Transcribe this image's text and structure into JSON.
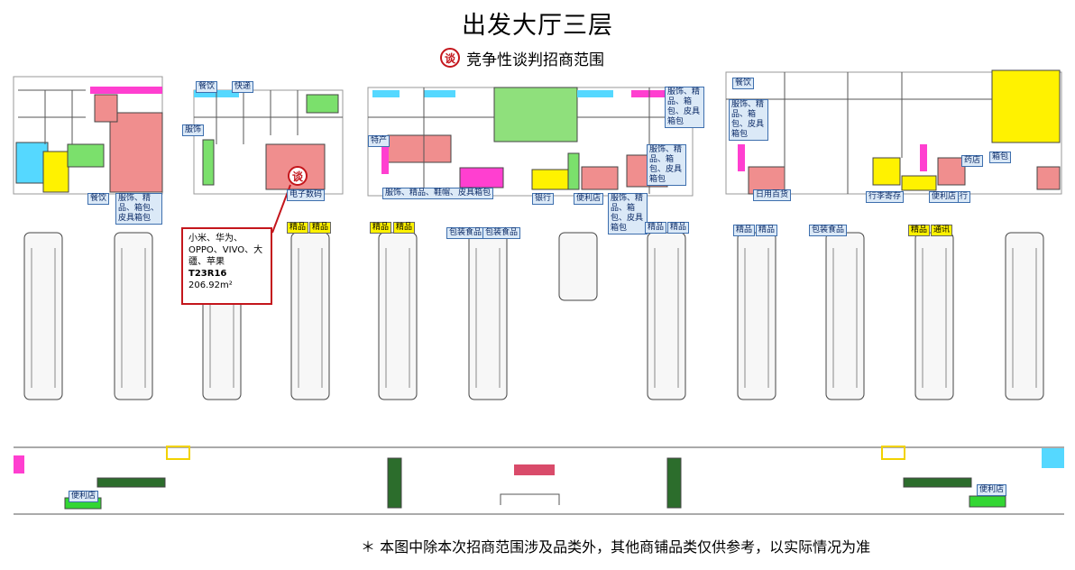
{
  "title": "出发大厅三层",
  "legend": {
    "badge": "谈",
    "text": "竞争性谈判招商范围"
  },
  "labels": {
    "l_candy": "餐饮",
    "l_fast": "快递",
    "l_fushi": "服饰",
    "l_candy2": "餐饮",
    "l_fushi_multi": "服饰、精品、箱包、皮具箱包",
    "l_diandzi": "电子数码",
    "l_techan": "特产",
    "l_fushi_row": "服饰、精品、鞋帽、皮具箱包",
    "l_yinhang": "银行",
    "l_bianli": "便利店",
    "l_fushi_mid": "服饰、精品、箱包、皮具箱包",
    "l_fushi_mid2": "服饰、精品、箱包、皮具箱包",
    "l_fushi_top": "服饰、精品、箱包、皮具箱包",
    "l_canyin_r": "餐饮",
    "l_fushi_r": "服饰、精品、箱包、皮具箱包",
    "l_riyong": "日用百货",
    "l_xingli": "行李寄存",
    "l_yaodian": "药店",
    "l_xiangbao": "箱包",
    "l_yinhang2": "银行",
    "l_bianli2": "便利店",
    "g_jingpin1": "精品",
    "g_jingpin2": "精品",
    "g_jingpin3": "精品",
    "g_jingpin4": "精品",
    "g_baozhuang1": "包装食品",
    "g_baozhuang2": "包装食品",
    "g_jingpin5": "精品",
    "g_jingpin6": "精品",
    "g_jingpin7": "精品",
    "g_jingpin8": "精品",
    "g_baozhuang3": "包装食品",
    "g_jingpin9": "精品",
    "g_tongxun": "通讯",
    "b_bianli": "便利店",
    "b_bianli2": "便利店"
  },
  "callout": {
    "brands": "小米、华为、OPPO、VIVO、大疆、苹果",
    "code": "T23R16",
    "area": "206.92m²"
  },
  "note": "＊ 本图中除本次招商范围涉及品类外，其他商铺品类仅供参考，以实际情况为准"
}
